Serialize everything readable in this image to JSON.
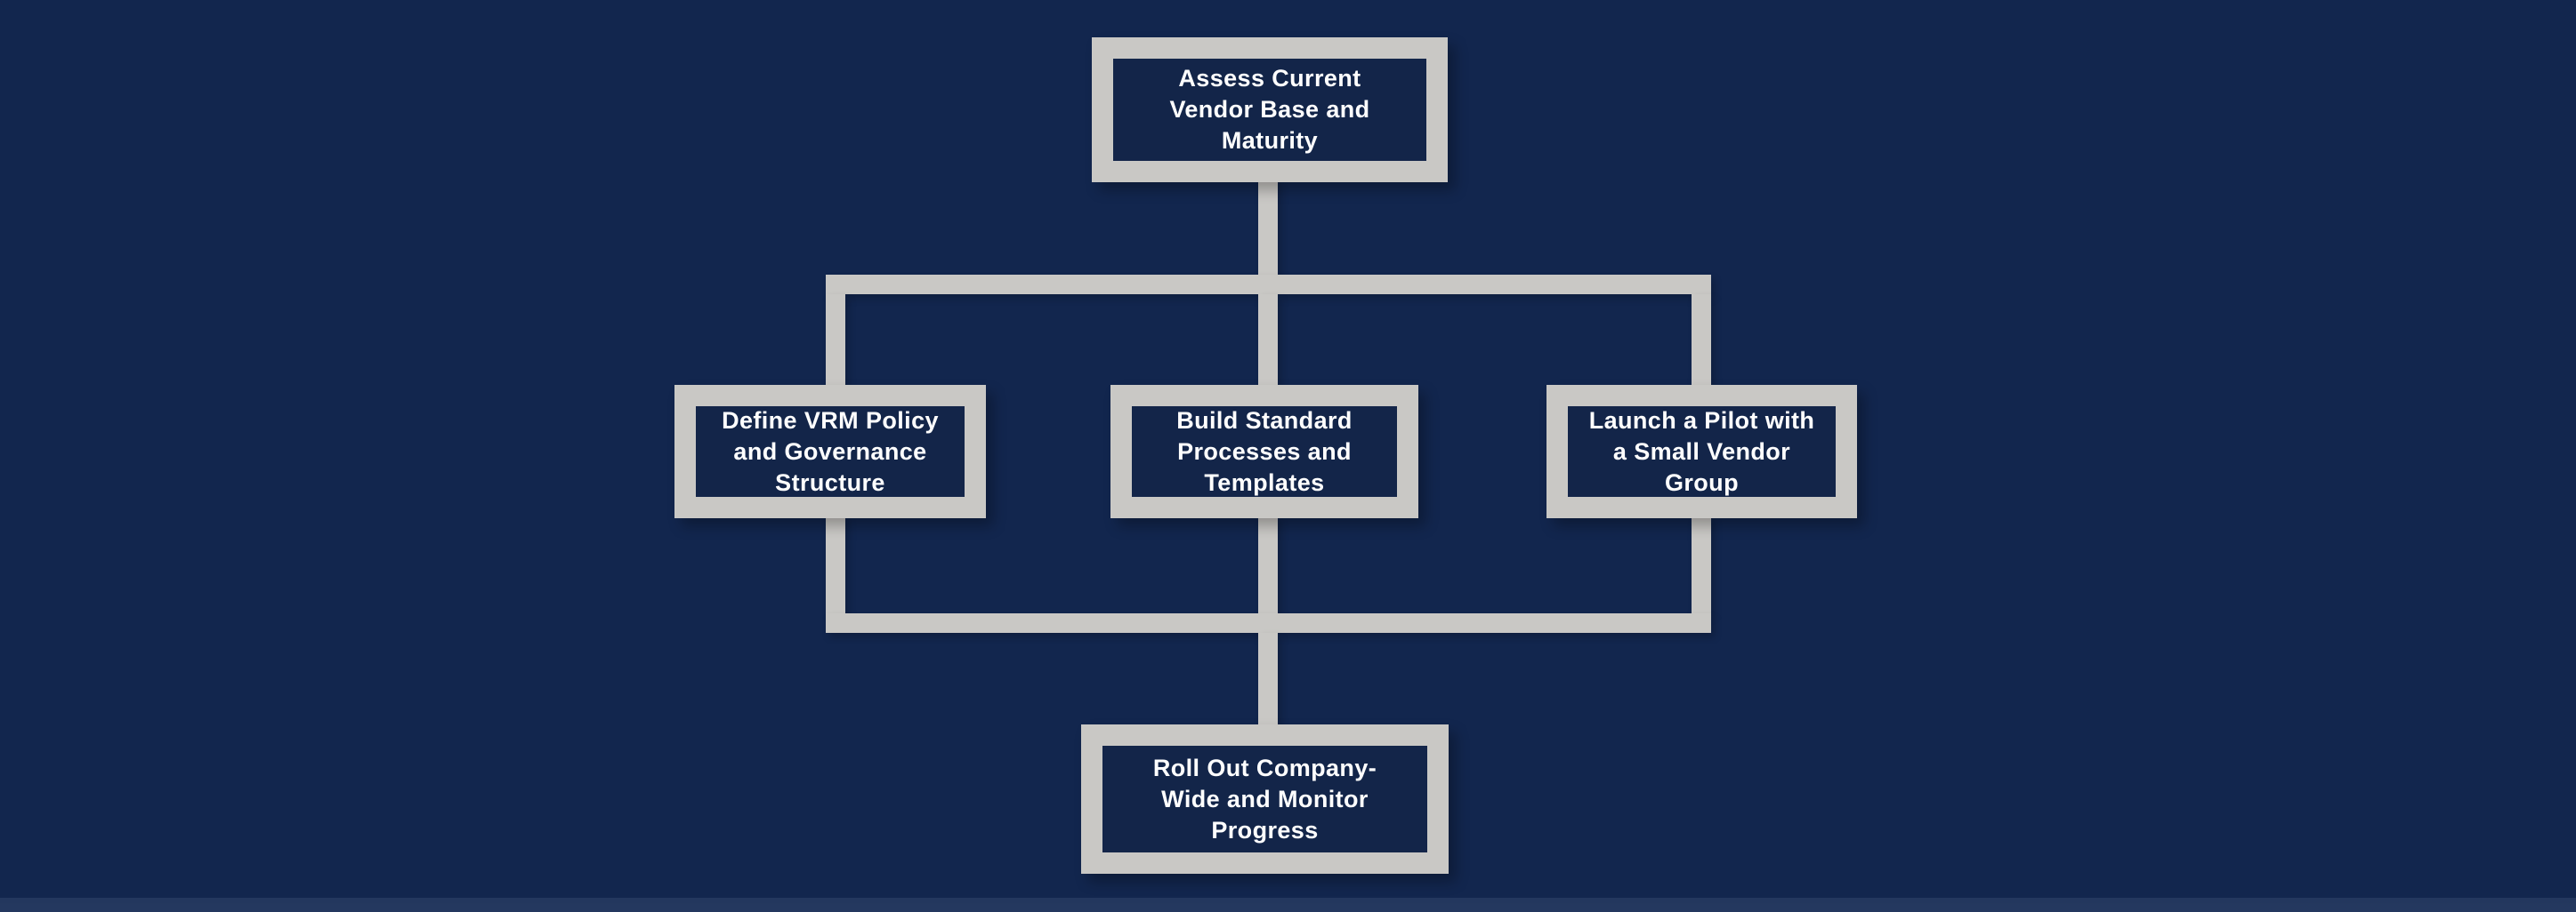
{
  "theme": {
    "background": "#12264E",
    "connector": "#C9C8C5",
    "node_fill": "#132549",
    "text": "#FFFFFF"
  },
  "flowchart": {
    "type": "top-down flowchart",
    "nodes": [
      {
        "id": "assess",
        "label": "Assess Current Vendor Base and Maturity",
        "lines": [
          "Assess Current",
          "Vendor Base and",
          "Maturity"
        ]
      },
      {
        "id": "define",
        "label": "Define VRM Policy and Governance Structure",
        "lines": [
          "Define VRM Policy",
          "and Governance",
          "Structure"
        ]
      },
      {
        "id": "build",
        "label": "Build Standard Processes and Templates",
        "lines": [
          "Build Standard",
          "Processes and",
          "Templates"
        ]
      },
      {
        "id": "launch",
        "label": "Launch a Pilot with a Small Vendor Group",
        "lines": [
          "Launch a Pilot with",
          "a Small Vendor",
          "Group"
        ]
      },
      {
        "id": "rollout",
        "label": "Roll Out Company-Wide and Monitor Progress",
        "lines": [
          "Roll Out Company-",
          "Wide and Monitor",
          "Progress"
        ]
      }
    ],
    "edges": [
      {
        "from": "assess",
        "to": "define"
      },
      {
        "from": "assess",
        "to": "build"
      },
      {
        "from": "assess",
        "to": "launch"
      },
      {
        "from": "define",
        "to": "rollout"
      },
      {
        "from": "build",
        "to": "rollout"
      },
      {
        "from": "launch",
        "to": "rollout"
      }
    ]
  }
}
